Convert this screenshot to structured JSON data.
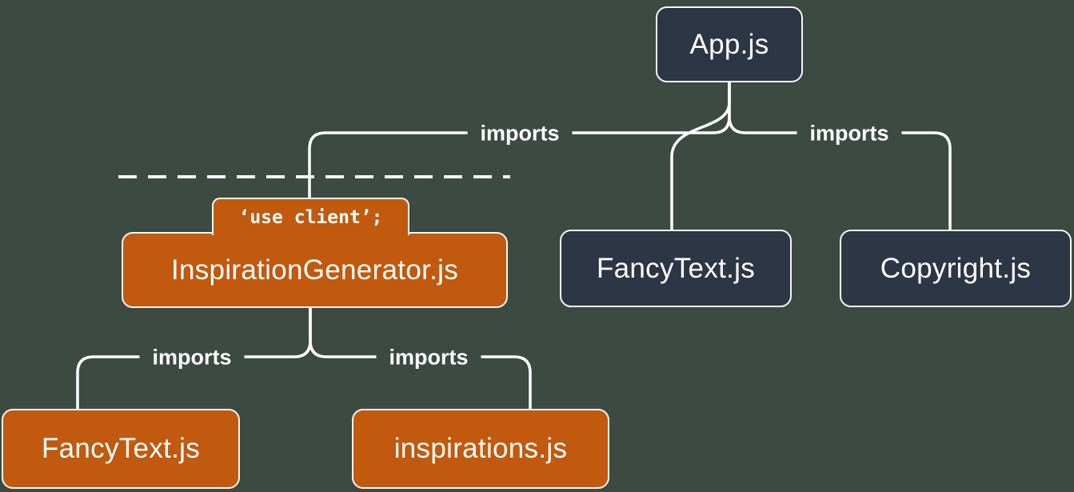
{
  "diagram": {
    "title": "module dependency tree with 'use client' boundary",
    "colors": {
      "background": "#3d4a42",
      "server_module_bg": "#2d3644",
      "client_module_bg": "#c1590f",
      "border": "#f4f6f6",
      "line": "#ffffff",
      "text": "#ffffff"
    },
    "nodes": {
      "app": {
        "label": "App.js",
        "type": "server"
      },
      "inspiration_generator": {
        "label": "InspirationGenerator.js",
        "type": "client",
        "directive": "‘use client’;"
      },
      "fancy_text_server": {
        "label": "FancyText.js",
        "type": "server"
      },
      "copyright": {
        "label": "Copyright.js",
        "type": "server"
      },
      "fancy_text_client": {
        "label": "FancyText.js",
        "type": "client"
      },
      "inspirations": {
        "label": "inspirations.js",
        "type": "client"
      }
    },
    "edge_labels": {
      "app_to_inspiration_generator": "imports",
      "app_to_copyright": "imports",
      "ig_to_fancy_text": "imports",
      "ig_to_inspirations": "imports"
    }
  }
}
